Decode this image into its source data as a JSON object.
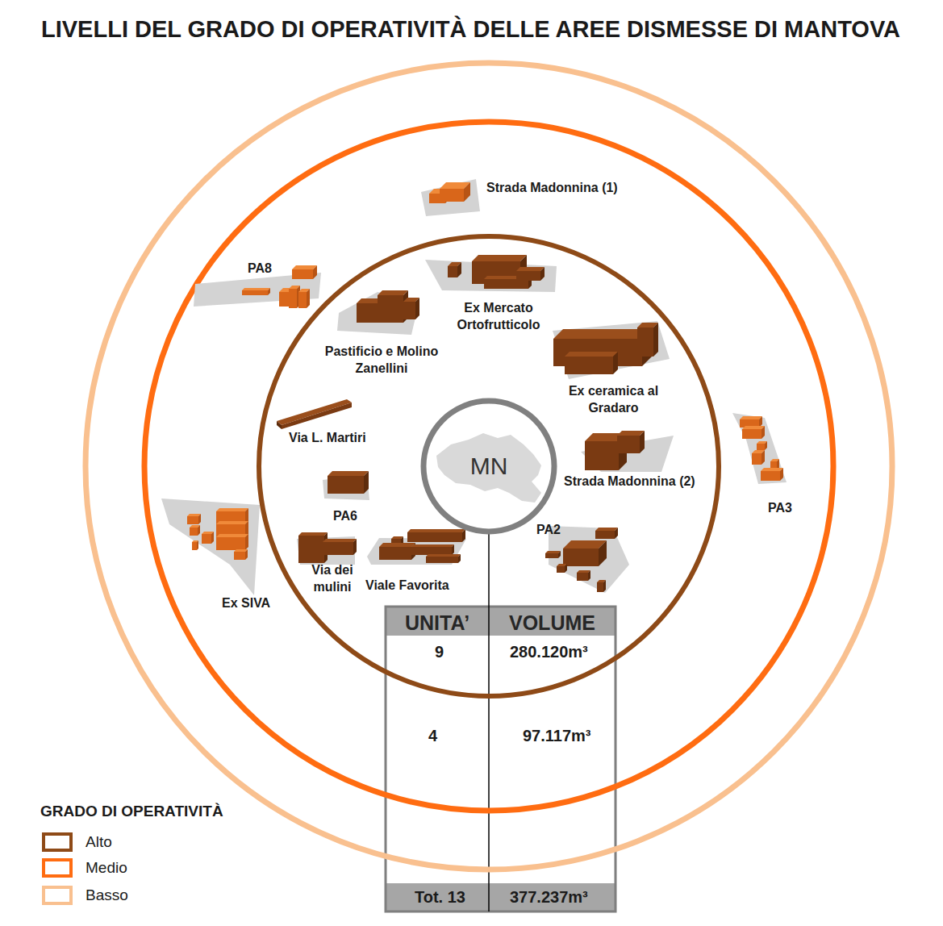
{
  "diagram": {
    "title": "LIVELLI DEL GRADO DI OPERATIVITÀ DELLE AREE DISMESSE DI MANTOVA",
    "nodes": [
      {
        "text": [
          "MN"
        ]
      }
    ],
    "labels": [
      "Strada Madonnina (1)",
      "PA8",
      "Ex Mercato Ortofrutticolo",
      "Pastificio e Molino Zanellini",
      "Ex ceramica al Gradaro",
      "PA3",
      "Via L. Martiri",
      "Strada Madonnina (2)",
      "PA6",
      "PA2",
      "Ex SIVA",
      "Via dei mulini",
      "Viale Favorita",
      "UNITA’",
      "VOLUME",
      "9",
      "280.120m³",
      "4",
      "97.117m³",
      "Tot. 13",
      "377.237m³",
      "GRADO DI OPERATIVITÀ"
    ],
    "legend": [
      {
        "text": "Alto",
        "color": "#8E4A17"
      },
      {
        "text": "Medio",
        "color": "#FF6C11"
      },
      {
        "text": "Basso",
        "color": "#F9C08F"
      }
    ]
  }
}
